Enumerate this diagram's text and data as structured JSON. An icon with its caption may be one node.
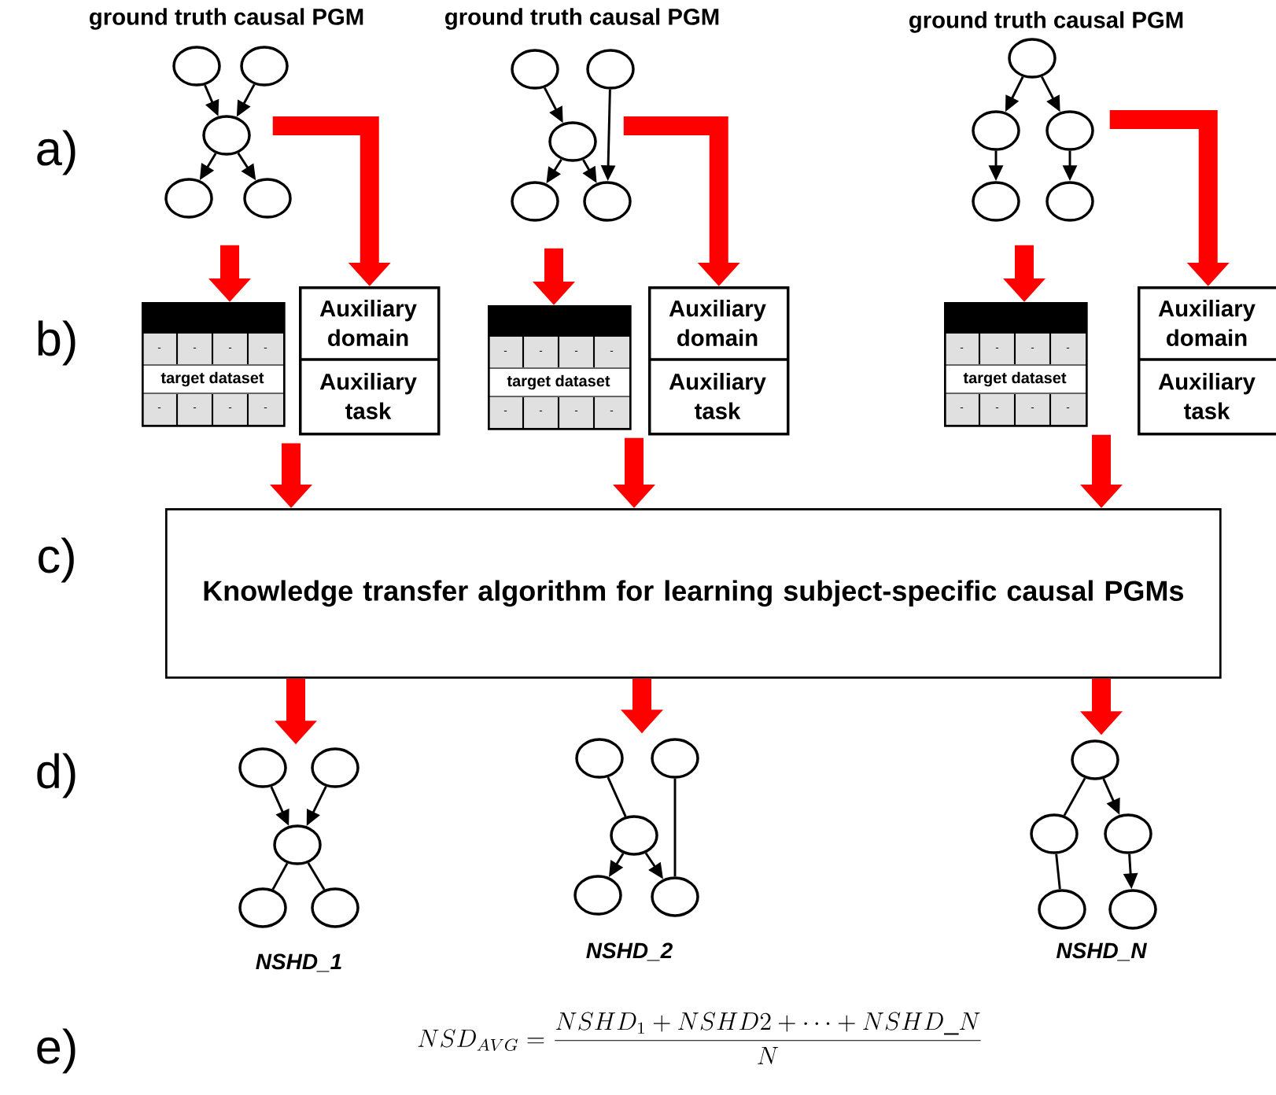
{
  "diagram": {
    "nodes": [
      {
        "text": [],
        "shape": "circle"
      },
      {
        "text": [],
        "shape": "circle"
      },
      {
        "text": [],
        "shape": "circle"
      },
      {
        "text": [],
        "shape": "circle"
      },
      {
        "text": [],
        "shape": "circle"
      },
      {
        "text": [],
        "shape": "circle"
      },
      {
        "text": [],
        "shape": "circle"
      },
      {
        "text": [],
        "shape": "circle"
      },
      {
        "text": [],
        "shape": "circle"
      },
      {
        "text": [],
        "shape": "circle"
      },
      {
        "text": [],
        "shape": "circle"
      },
      {
        "text": [],
        "shape": "circle"
      },
      {
        "text": [],
        "shape": "circle"
      },
      {
        "text": [],
        "shape": "circle"
      },
      {
        "text": [],
        "shape": "circle"
      },
      {
        "text": [
          "-",
          "-",
          "-",
          "-",
          "target dataset",
          "-",
          "-",
          "-",
          "-"
        ]
      },
      {
        "text": [
          "Auxiliary domain",
          "Auxiliary task"
        ]
      },
      {
        "text": [
          "-",
          "-",
          "-",
          "-",
          "target dataset",
          "-",
          "-",
          "-",
          "-"
        ]
      },
      {
        "text": [
          "Auxiliary domain",
          "Auxiliary task"
        ]
      },
      {
        "text": [
          "-",
          "-",
          "-",
          "-",
          "target dataset",
          "-",
          "-",
          "-",
          "-"
        ]
      },
      {
        "text": [
          "Auxiliary domain",
          "Auxiliary task"
        ]
      },
      {
        "text": [
          "Knowledge transfer algorithm for learning subject-specific causal PGMs"
        ]
      },
      {
        "text": [],
        "shape": "circle"
      },
      {
        "text": [],
        "shape": "circle"
      },
      {
        "text": [],
        "shape": "circle"
      },
      {
        "text": [],
        "shape": "circle"
      },
      {
        "text": [],
        "shape": "circle"
      },
      {
        "text": [],
        "shape": "circle"
      },
      {
        "text": [],
        "shape": "circle"
      },
      {
        "text": [],
        "shape": "circle"
      },
      {
        "text": [],
        "shape": "circle"
      },
      {
        "text": [],
        "shape": "circle"
      },
      {
        "text": [],
        "shape": "circle"
      },
      {
        "text": [],
        "shape": "circle"
      },
      {
        "text": [],
        "shape": "circle"
      },
      {
        "text": [],
        "shape": "circle"
      },
      {
        "text": [],
        "shape": "circle"
      }
    ],
    "edges": [
      {
        "from": 0,
        "to": 2,
        "arrow": "to"
      },
      {
        "from": 1,
        "to": 2,
        "arrow": "to"
      },
      {
        "from": 2,
        "to": 3,
        "arrow": "to"
      },
      {
        "from": 2,
        "to": 4,
        "arrow": "to"
      },
      {
        "from": 5,
        "to": 7,
        "arrow": "to"
      },
      {
        "from": 6,
        "to": 9,
        "arrow": "to"
      },
      {
        "from": 7,
        "to": 8,
        "arrow": "to"
      },
      {
        "from": 7,
        "to": 9,
        "arrow": "to"
      },
      {
        "from": 10,
        "to": 11,
        "arrow": "to"
      },
      {
        "from": 10,
        "to": 12,
        "arrow": "to"
      },
      {
        "from": 11,
        "to": 13,
        "arrow": "to"
      },
      {
        "from": 12,
        "to": 14,
        "arrow": "to"
      },
      {
        "from": 22,
        "to": 24,
        "arrow": "to"
      },
      {
        "from": 23,
        "to": 24,
        "arrow": "to"
      },
      {
        "from": 24,
        "to": 25,
        "arrow": "none"
      },
      {
        "from": 24,
        "to": 26,
        "arrow": "none"
      },
      {
        "from": 27,
        "to": 29,
        "arrow": "none"
      },
      {
        "from": 28,
        "to": 31,
        "arrow": "none"
      },
      {
        "from": 29,
        "to": 30,
        "arrow": "to"
      },
      {
        "from": 29,
        "to": 31,
        "arrow": "to"
      },
      {
        "from": 32,
        "to": 33,
        "arrow": "none"
      },
      {
        "from": 32,
        "to": 34,
        "arrow": "to"
      },
      {
        "from": 33,
        "to": 35,
        "arrow": "none"
      },
      {
        "from": 34,
        "to": 36,
        "arrow": "to"
      },
      {
        "from": 3,
        "to": 15,
        "arrow": "to",
        "style": "thick",
        "color": "#ff0000"
      },
      {
        "from": 2,
        "to": 16,
        "arrow": "to",
        "style": "thick",
        "color": "#ff0000"
      },
      {
        "from": 16,
        "to": 21,
        "arrow": "to",
        "style": "thick",
        "color": "#ff0000"
      },
      {
        "from": 21,
        "to": 22,
        "arrow": "to",
        "style": "thick",
        "color": "#ff0000"
      },
      {
        "from": 8,
        "to": 17,
        "arrow": "to",
        "style": "thick",
        "color": "#ff0000"
      },
      {
        "from": 7,
        "to": 18,
        "arrow": "to",
        "style": "thick",
        "color": "#ff0000"
      },
      {
        "from": 17,
        "to": 21,
        "arrow": "to",
        "style": "thick",
        "color": "#ff0000"
      },
      {
        "from": 21,
        "to": 28,
        "arrow": "to",
        "style": "thick",
        "color": "#ff0000"
      },
      {
        "from": 13,
        "to": 19,
        "arrow": "to",
        "style": "thick",
        "color": "#ff0000"
      },
      {
        "from": 12,
        "to": 20,
        "arrow": "to",
        "style": "thick",
        "color": "#ff0000"
      },
      {
        "from": 19,
        "to": 21,
        "arrow": "to",
        "style": "thick",
        "color": "#ff0000"
      },
      {
        "from": 21,
        "to": 32,
        "arrow": "to",
        "style": "thick",
        "color": "#ff0000"
      }
    ],
    "labels": [
      "ground truth causal PGM",
      "ground truth causal PGM",
      "ground truth causal PGM",
      "a)",
      "b)",
      "c)",
      "d)",
      "NSHD_1",
      "NSHD_2",
      "NSHD_N",
      "e)",
      "NSD_{AVG} = \\frac{NSHD_1 + NSHD2 + \\cdots + NSHD\\_N}{N}"
    ]
  }
}
